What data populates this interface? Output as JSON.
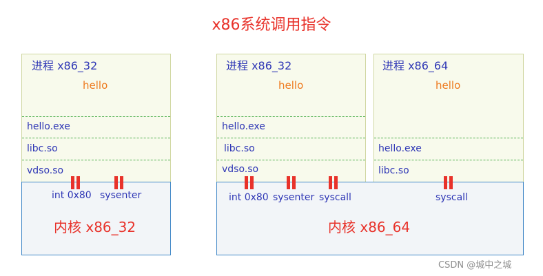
{
  "title": "x86系统调用指令",
  "left": {
    "process_title": "进程 x86_32",
    "program": "hello",
    "libs": [
      "hello.exe",
      "libc.so",
      "vdso.so"
    ],
    "kernel_title": "内核 x86_32",
    "instructions": [
      "int 0x80",
      "sysenter"
    ]
  },
  "right": {
    "process1": {
      "title": "进程 x86_32",
      "program": "hello",
      "libs": [
        "hello.exe",
        "libc.so",
        "vdso.so"
      ]
    },
    "process2": {
      "title": "进程 x86_64",
      "program": "hello",
      "libs": [
        "hello.exe",
        "libc.so"
      ]
    },
    "kernel_title": "内核 x86_64",
    "instructions": [
      "int 0x80",
      "sysenter",
      "syscall",
      "syscall"
    ]
  },
  "colors": {
    "title": "#e8322a",
    "process_bg": "#f8faec",
    "kernel_border": "#3e86c6",
    "divider": "#4cae4c",
    "gate": "#e8322a",
    "hello": "#ee7a1e",
    "text": "#2e36b5"
  },
  "icons": [
    "syscall-gate-icon"
  ],
  "watermark": "CSDN @城中之城"
}
